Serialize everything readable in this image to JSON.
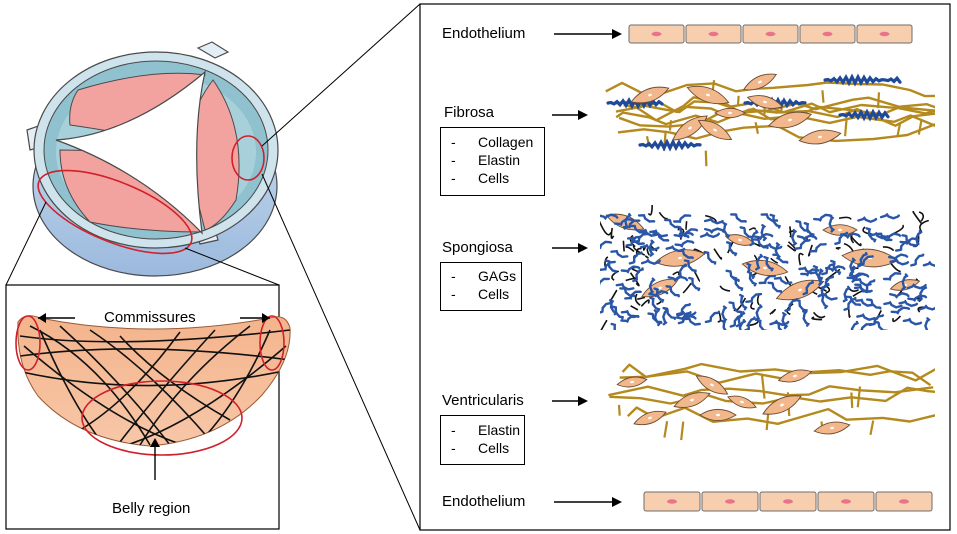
{
  "valve": {
    "leaflet": {
      "commissures_label": "Commissures",
      "belly_label": "Belly region"
    }
  },
  "layers": [
    {
      "name": "Endothelium"
    },
    {
      "name": "Fibrosa",
      "components": [
        "Collagen",
        "Elastin",
        "Cells"
      ]
    },
    {
      "name": "Spongiosa",
      "components": [
        "GAGs",
        "Cells"
      ]
    },
    {
      "name": "Ventricularis",
      "components": [
        "Elastin",
        "Cells"
      ]
    },
    {
      "name": "Endothelium"
    }
  ],
  "colors": {
    "collagen": "#b48a1e",
    "elastin": "#1f4a9a",
    "gag": "#2a56a8",
    "cell": "#f2b88c",
    "endothelial_cell": "#f7cfae",
    "nucleus": "#e8738a",
    "highlight": "#d0202a",
    "valve_blue": "#8fc1cf",
    "leaflet_pink": "#f2a3a0",
    "leaflet_orange": "#f0a878"
  }
}
